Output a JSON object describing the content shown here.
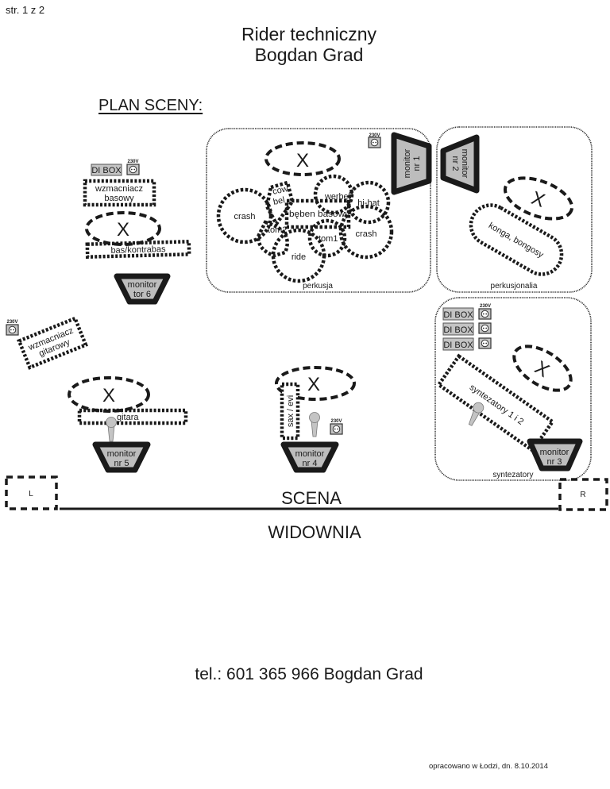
{
  "header": {
    "page_number": "str. 1 z 2",
    "title_line1": "Rider techniczny",
    "title_line2": "Bogdan Grad",
    "section_title": "PLAN SCENY:"
  },
  "zones": {
    "drums": {
      "label": "perkusja",
      "cross": "X",
      "outlet": "230V",
      "monitor": {
        "line1": "monitor",
        "line2": "nr 1"
      },
      "kit": {
        "crash_left": "crash",
        "cowbell_line1": "cow",
        "cowbell_line2": "bel",
        "bass_drum": "bęben basowy",
        "snare": "werbel",
        "hihat": "hi-hat",
        "tom2": "tom2",
        "tom1": "tom1",
        "crash_right": "crash",
        "ride": "ride"
      }
    },
    "percussion": {
      "label": "perkusjonalia",
      "cross": "X",
      "monitor": {
        "line1": "monitor",
        "line2": "nr 2"
      },
      "instrument": "konga, bongosy"
    },
    "synths": {
      "label": "syntezatory",
      "cross": "X",
      "di_boxes": [
        "DI BOX",
        "DI BOX",
        "DI BOX"
      ],
      "outlet": "230V",
      "instrument": "syntezatory 1 i 2",
      "monitor": {
        "line1": "monitor",
        "line2": "nr 3"
      }
    }
  },
  "bass": {
    "di_box": "DI BOX",
    "outlet": "230V",
    "amp_line1": "wzmacniacz",
    "amp_line2": "basowy",
    "cross": "X",
    "instrument": "bas/kontrabas",
    "monitor": {
      "line1": "monitor",
      "line2": "tor 6"
    }
  },
  "guitar": {
    "outlet": "230V",
    "amp_line1": "wzmacniacz",
    "amp_line2": "gitarowy",
    "cross": "X",
    "instrument": "gitara",
    "monitor": {
      "line1": "monitor",
      "line2": "nr 5"
    }
  },
  "sax": {
    "cross": "X",
    "instrument": "sax / evi",
    "outlet": "230V",
    "monitor": {
      "line1": "monitor",
      "line2": "nr 4"
    }
  },
  "stage": {
    "left_wing": "L",
    "right_wing": "R",
    "stage_label": "SCENA",
    "audience_label": "WIDOWNIA"
  },
  "contact": {
    "phone_line": "tel.: 601 365 966 Bogdan Grad"
  },
  "footer": {
    "prepared": "opracowano w Łodzi, dn. 8.10.2014"
  },
  "colors": {
    "ink": "#1a1a1a",
    "device_fill": "#c4c4c4",
    "monitor_fill": "#bdbdbd"
  }
}
